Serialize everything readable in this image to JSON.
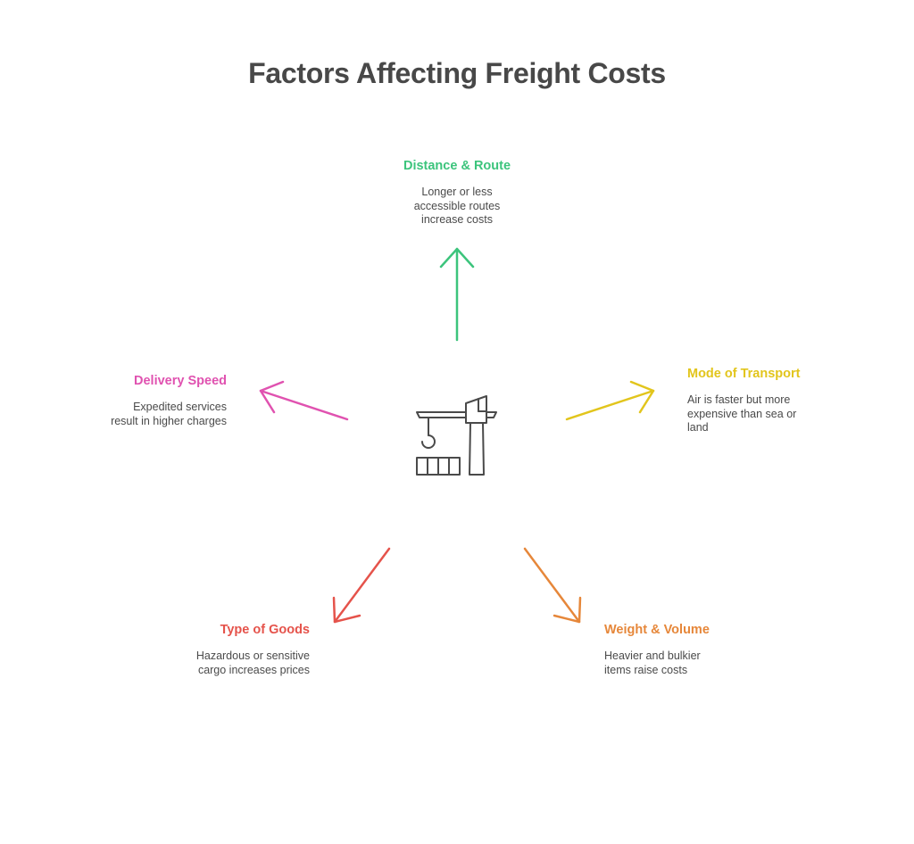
{
  "title": "Factors Affecting Freight Costs",
  "center_icon": "crane-icon",
  "factors": [
    {
      "id": "distance",
      "heading": "Distance & Route",
      "desc_lines": [
        "Longer or less",
        "accessible routes",
        "increase costs"
      ],
      "color": "#3cc47c"
    },
    {
      "id": "mode",
      "heading": "Mode of Transport",
      "desc_lines": [
        "Air is faster but more",
        "expensive than sea or",
        "land"
      ],
      "color": "#e2c51c"
    },
    {
      "id": "weight",
      "heading": "Weight & Volume",
      "desc_lines": [
        "Heavier and bulkier",
        "items raise costs"
      ],
      "color": "#e6873a"
    },
    {
      "id": "goods",
      "heading": "Type of Goods",
      "desc_lines": [
        "Hazardous or sensitive",
        "cargo increases prices"
      ],
      "color": "#e5534b"
    },
    {
      "id": "speed",
      "heading": "Delivery Speed",
      "desc_lines": [
        "Expedited services",
        "result in higher charges"
      ],
      "color": "#e052b0"
    }
  ]
}
